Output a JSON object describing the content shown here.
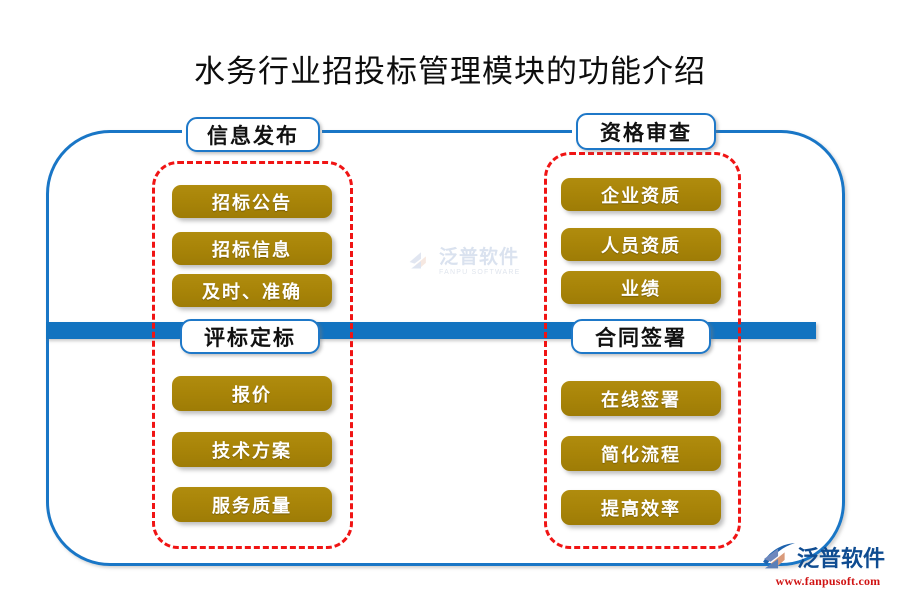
{
  "title": "水务行业招投标管理模块的功能介绍",
  "colors": {
    "frame_blue": "#1976C6",
    "bar_blue": "#1273C0",
    "pill_border_blue": "#1E78C8",
    "dashed_red": "#F01414",
    "gold": "#A8840C",
    "gold_text": "#FFFFFF",
    "title_text": "#0D0D0D",
    "logo_blue": "#0F4C91",
    "logo_url_red": "#D01414",
    "background": "#FFFFFF"
  },
  "headers": {
    "info_release": "信息发布",
    "qualification_review": "资格审查",
    "bid_evaluation": "评标定标",
    "contract_signing": "合同签署"
  },
  "columns": {
    "left_top": {
      "header": "信息发布",
      "items": [
        "招标公告",
        "招标信息",
        "及时、准确"
      ]
    },
    "right_top": {
      "header": "资格审查",
      "items": [
        "企业资质",
        "人员资质",
        "业绩"
      ]
    },
    "left_bottom": {
      "header": "评标定标",
      "items": [
        "报价",
        "技术方案",
        "服务质量"
      ]
    },
    "right_bottom": {
      "header": "合同签署",
      "items": [
        "在线签署",
        "简化流程",
        "提高效率"
      ]
    }
  },
  "watermark": {
    "cn": "泛普软件",
    "en": "FANPU SOFTWARE"
  },
  "logo": {
    "cn": "泛普软件",
    "url": "www.fanpusoft.com"
  }
}
